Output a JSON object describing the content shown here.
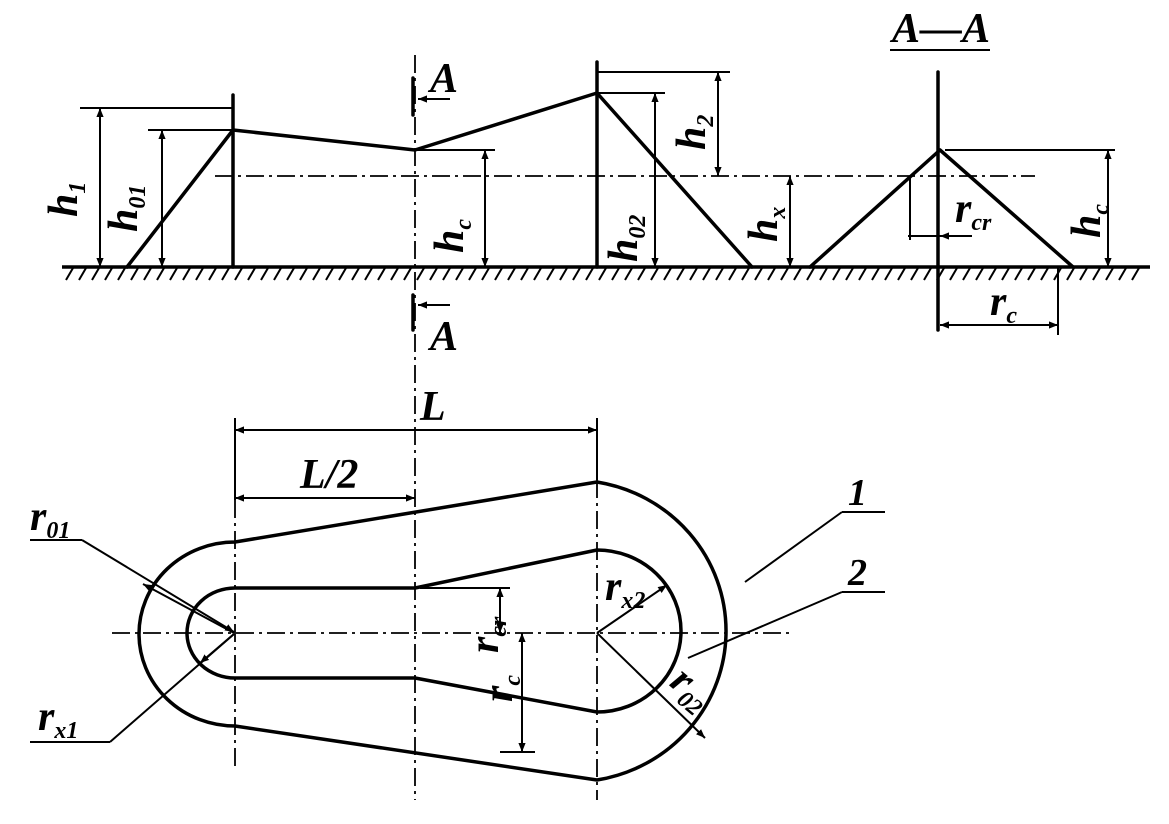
{
  "section_title": "A—A",
  "cut_label_top": "A",
  "cut_label_bottom": "A",
  "labels": {
    "h1": {
      "main": "h",
      "sub": "1"
    },
    "h01": {
      "main": "h",
      "sub": "01"
    },
    "hc_left": {
      "main": "h",
      "sub": "c"
    },
    "h02": {
      "main": "h",
      "sub": "02"
    },
    "h2": {
      "main": "h",
      "sub": "2"
    },
    "hx": {
      "main": "h",
      "sub": "x"
    },
    "rcr": {
      "main": "r",
      "sub": "cr"
    },
    "hc_right": {
      "main": "h",
      "sub": "c"
    },
    "rc_section": {
      "main": "r",
      "sub": "c"
    },
    "L": "L",
    "L_half": "L/2",
    "r01": {
      "main": "r",
      "sub": "01"
    },
    "rx1": {
      "main": "r",
      "sub": "x1"
    },
    "rcr_plan": {
      "main": "r",
      "sub": "cr"
    },
    "rc_plan": {
      "main": "r",
      "sub": "c"
    },
    "rx2": {
      "main": "r",
      "sub": "x2"
    },
    "r02": {
      "main": "r",
      "sub": "02"
    },
    "contour_1": "1",
    "contour_2": "2"
  }
}
